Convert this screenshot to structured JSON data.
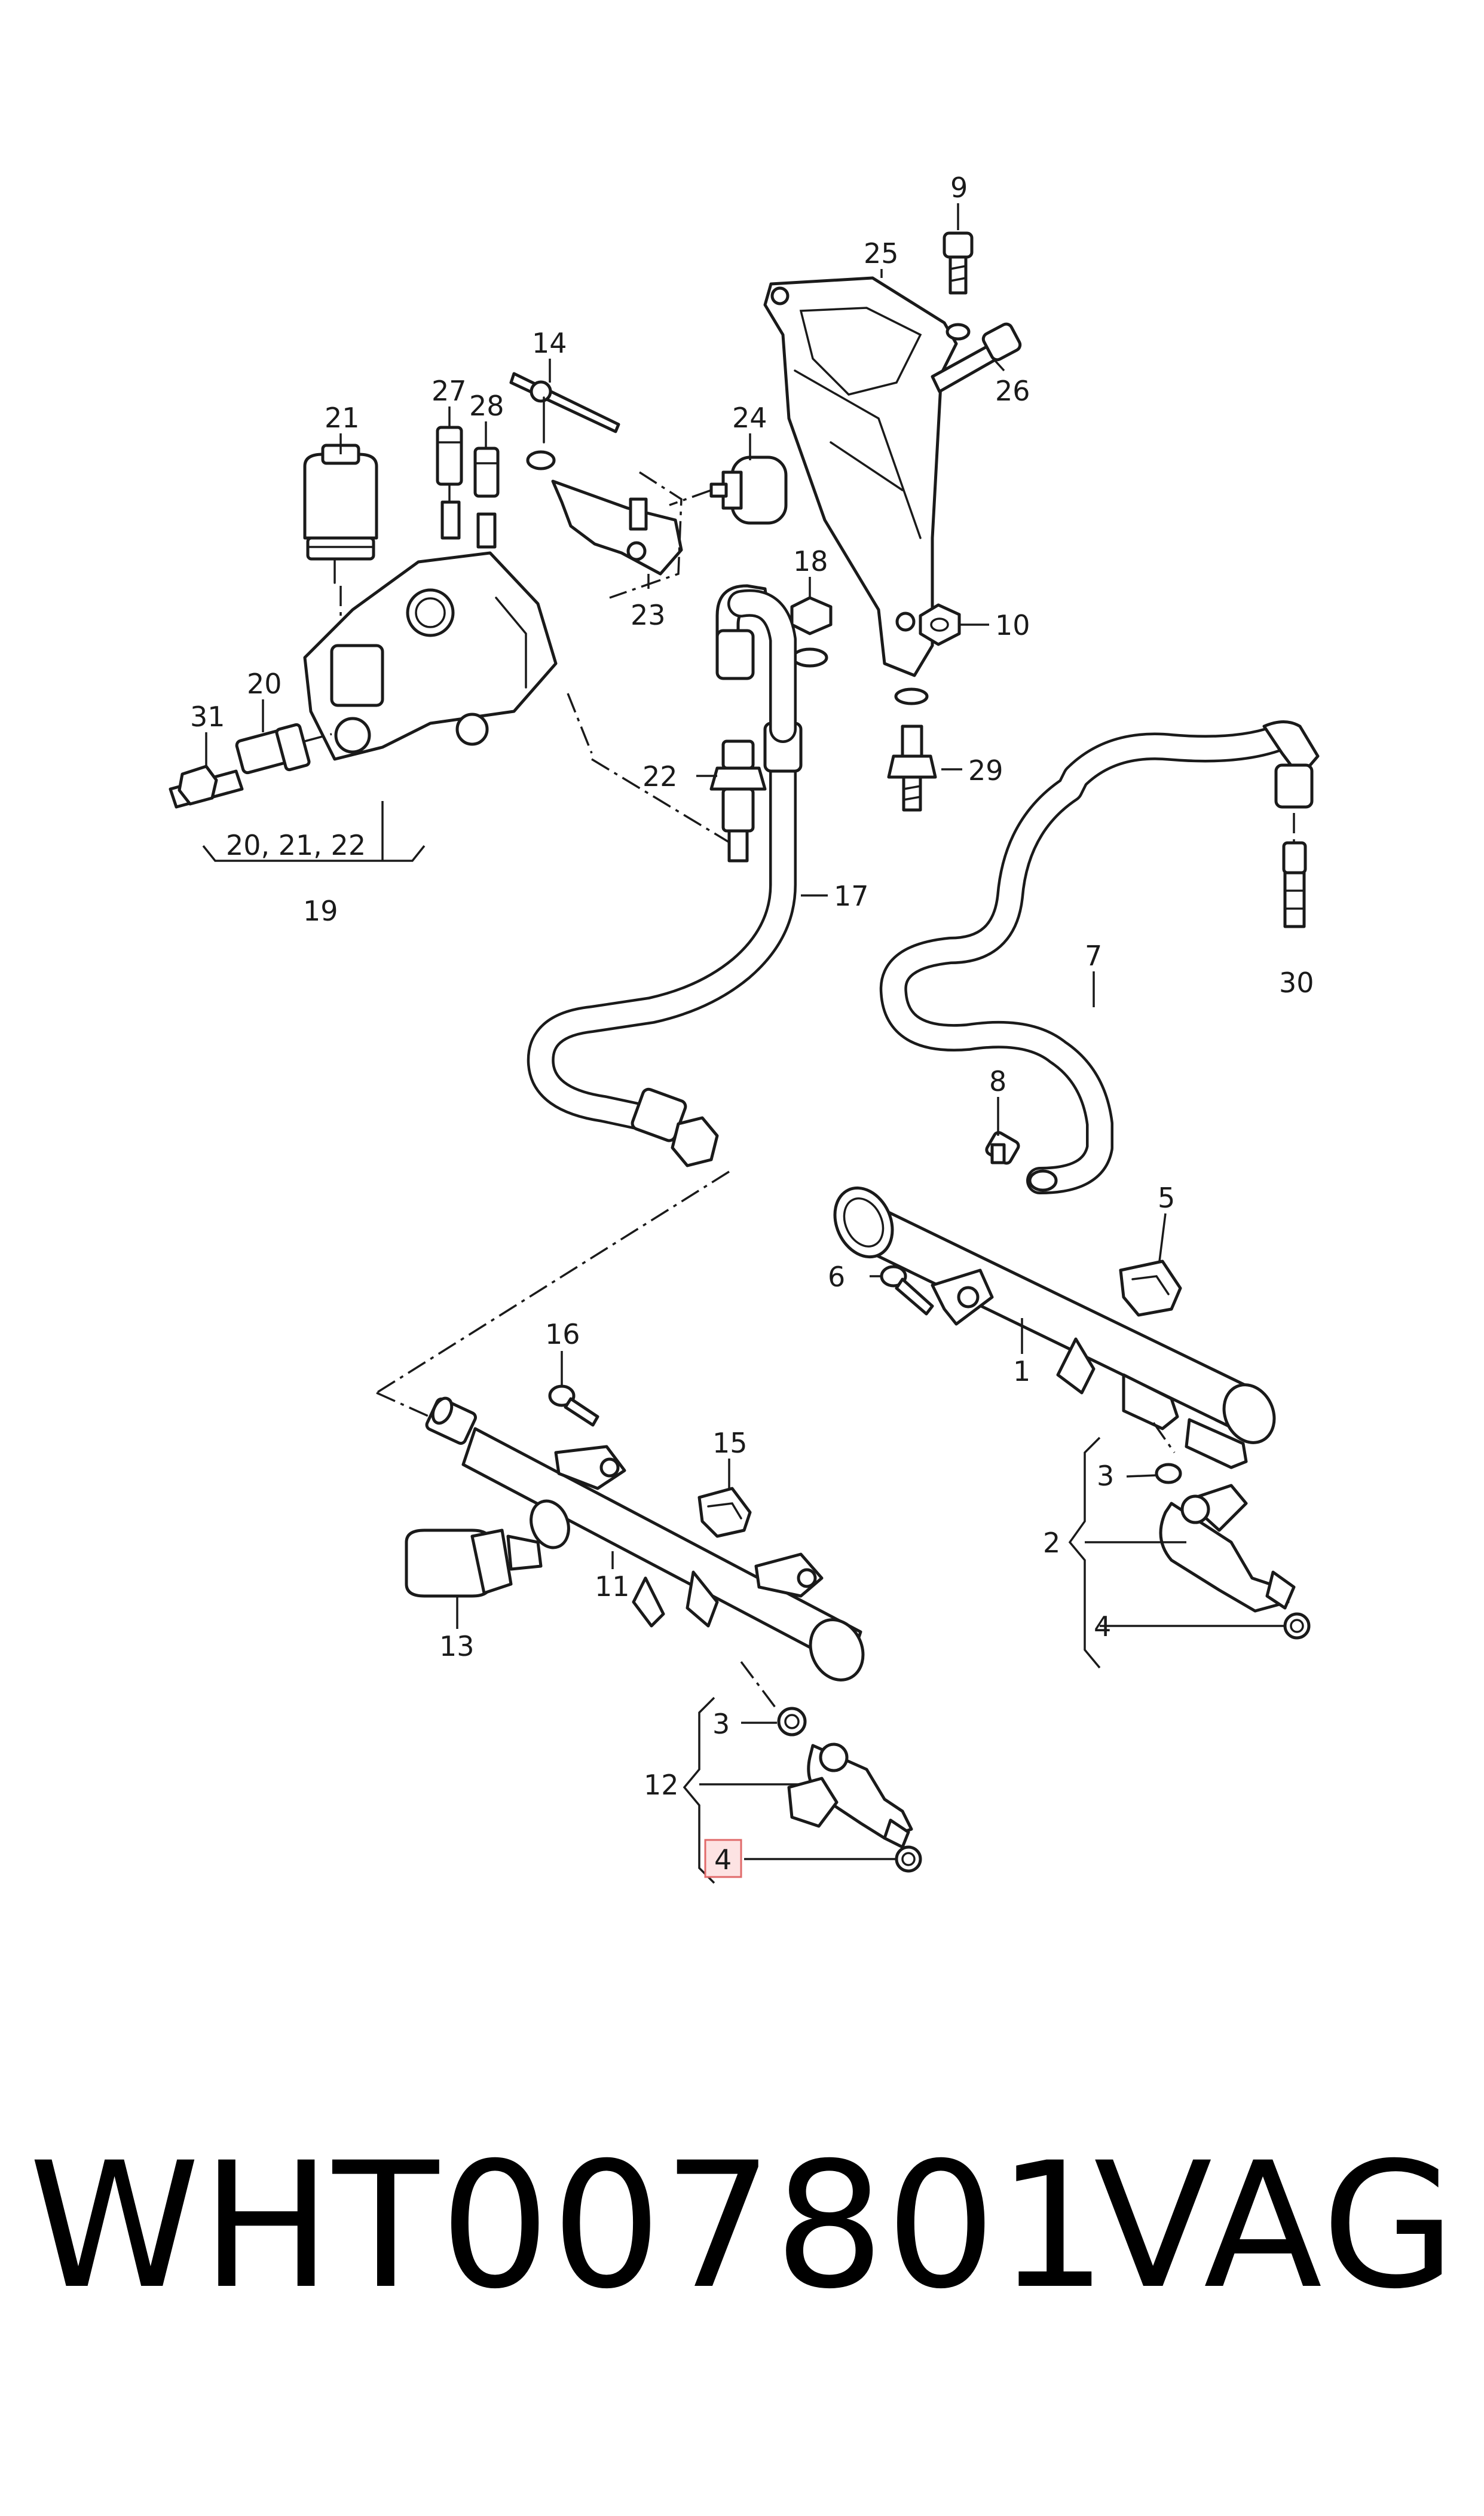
{
  "callouts": {
    "c9": "9",
    "c25": "25",
    "c26": "26",
    "c14": "14",
    "c24": "24",
    "c27": "27",
    "c28": "28",
    "c21": "21",
    "c18": "18",
    "c10": "10",
    "c23": "23",
    "c20": "20",
    "c31": "31",
    "c22": "22",
    "c29": "29",
    "c20_21_22": "20, 21, 22",
    "c19": "19",
    "c17": "17",
    "c7": "7",
    "c30": "30",
    "c8": "8",
    "c5": "5",
    "c6": "6",
    "c1": "1",
    "c3_right": "3",
    "c2": "2",
    "c4_right": "4",
    "c16": "16",
    "c15": "15",
    "c11": "11",
    "c13": "13",
    "c3_left": "3",
    "c12": "12",
    "c4_left": "4"
  },
  "footer": {
    "part_number": "WHT007801",
    "brand": "VAG"
  },
  "highlight_color": "#e06a6a"
}
